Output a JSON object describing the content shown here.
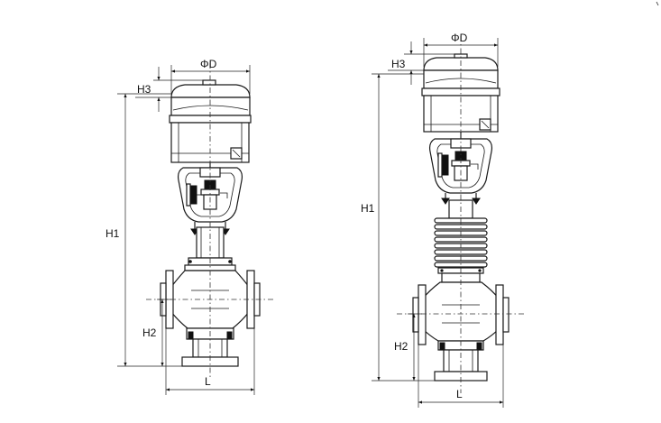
{
  "valve_a": {
    "diameter_label": "ΦD",
    "cap_height_label": "H3",
    "total_height_label": "H1",
    "base_height_label": "H2",
    "length_label": "L"
  },
  "valve_b": {
    "diameter_label": "ΦD",
    "cap_height_label": "H3",
    "total_height_label": "H1",
    "base_height_label": "H2",
    "length_label": "L"
  },
  "colors": {
    "line": "#1a1a1a",
    "background": "#ffffff"
  }
}
